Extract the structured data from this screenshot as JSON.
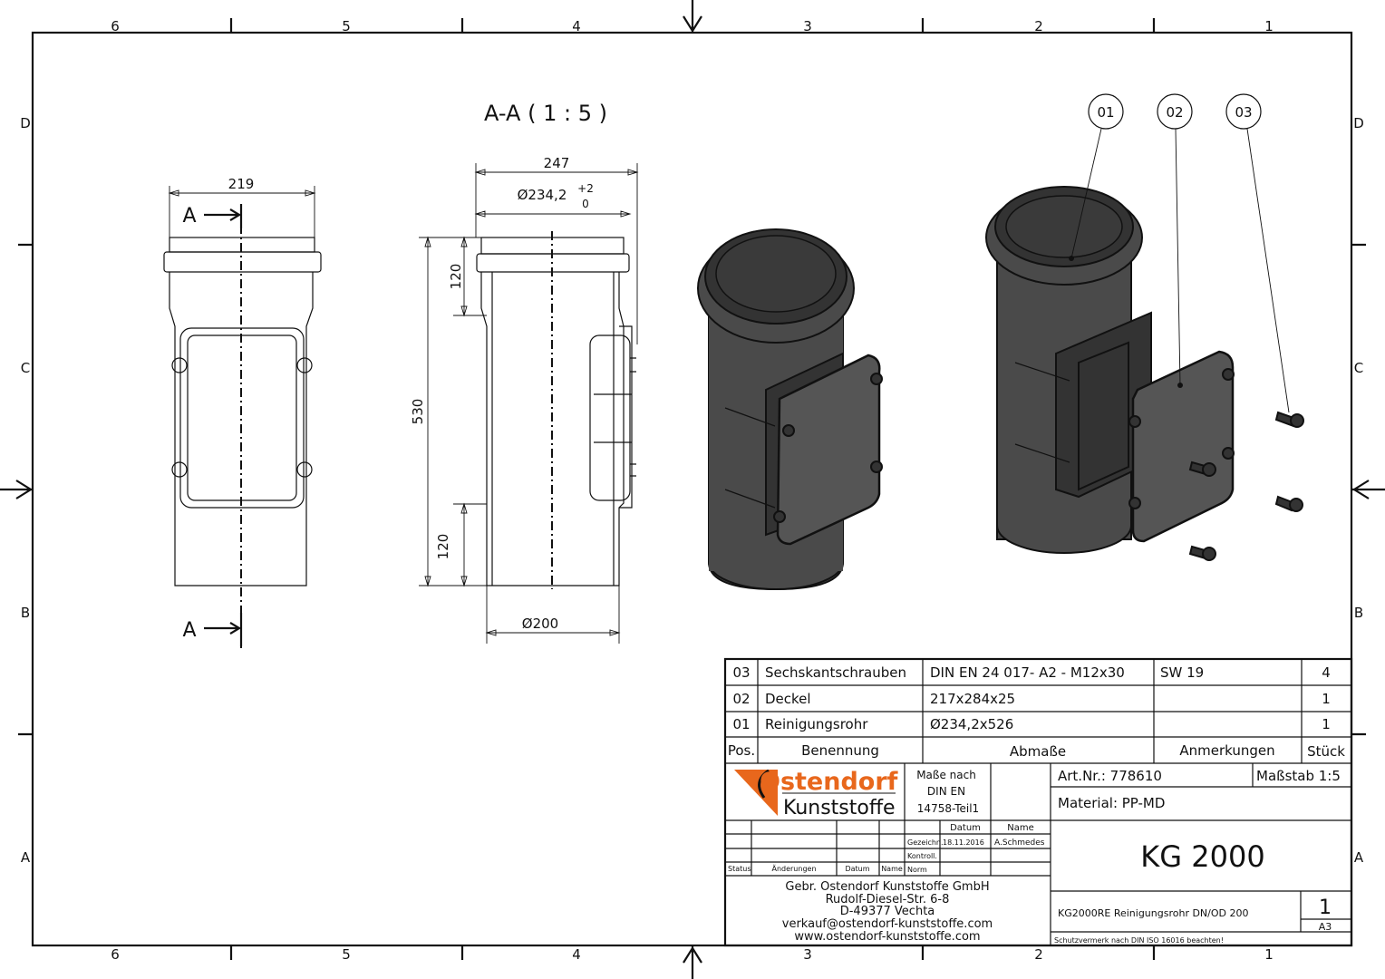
{
  "frame": {
    "columns": [
      "6",
      "5",
      "4",
      "3",
      "2",
      "1"
    ],
    "rows": [
      "D",
      "C",
      "B",
      "A"
    ]
  },
  "views": {
    "section_title": "A-A ( 1 : 5 )",
    "section_marker": "A",
    "dims": {
      "width_front": "219",
      "width_total": "247",
      "socket_dia": "Ø234,2",
      "tol_upper": "+2",
      "tol_lower": "0",
      "length": "530",
      "socket_len_top": "120",
      "spigot_len_bottom": "120",
      "pipe_dia": "Ø200"
    },
    "balloons": [
      "01",
      "02",
      "03"
    ]
  },
  "parts_list": {
    "rows": [
      {
        "pos": "03",
        "name": "Sechskantschrauben",
        "dims": "DIN EN 24 017- A2 - M12x30",
        "note": "SW 19",
        "qty": "4"
      },
      {
        "pos": "02",
        "name": "Deckel",
        "dims": "217x284x25",
        "note": "",
        "qty": "1"
      },
      {
        "pos": "01",
        "name": "Reinigungsrohr",
        "dims": "Ø234,2x526",
        "note": "",
        "qty": "1"
      }
    ],
    "header": {
      "pos": "Pos.",
      "name": "Benennung",
      "dims": "Abmaße",
      "note": "Anmerkungen",
      "qty": "Stück"
    }
  },
  "title_block": {
    "logo_top": "Ostendorf",
    "logo_bottom": "Kunststoffe",
    "standard_line1": "Maße nach",
    "standard_line2": "DIN EN",
    "standard_line3": "14758-Teil1",
    "col_datum": "Datum",
    "col_name": "Name",
    "drawn_label": "Gezeichn.",
    "drawn_date": "18.11.2016",
    "drawn_name": "A.Schmedes",
    "checked_label": "Kontroll.",
    "norm_label": "Norm",
    "status_label": "Status",
    "changes_label": "Änderungen",
    "changes_date": "Datum",
    "changes_name": "Name",
    "company": "Gebr. Ostendorf Kunststoffe GmbH",
    "street": "Rudolf-Diesel-Str. 6-8",
    "city": "D-49377 Vechta",
    "email": "verkauf@ostendorf-kunststoffe.com",
    "web": "www.ostendorf-kunststoffe.com",
    "art_nr": "Art.Nr.: 778610",
    "scale": "Maßstab 1:5",
    "material": "Material: PP-MD",
    "title": "KG 2000",
    "description": "KG2000RE Reinigungsrohr DN/OD 200",
    "sheet": "1",
    "format": "A3",
    "protection": "Schutzvermerk nach DIN ISO 16016 beachten!"
  },
  "colors": {
    "brand_orange": "#e8671c",
    "line": "#111111",
    "body": "#4a4a4a"
  }
}
